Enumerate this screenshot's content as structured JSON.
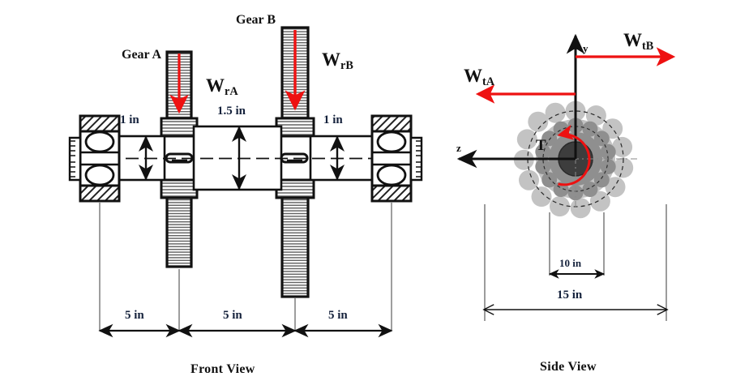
{
  "figure": {
    "title_front": "Front View",
    "title_side": "Side View"
  },
  "front_view": {
    "gear_a_label": "Gear A",
    "gear_b_label": "Gear B",
    "force_a_label": "W",
    "force_a_sub": "rA",
    "force_b_label": "W",
    "force_b_sub": "rB",
    "shaft_dia_left": "1 in",
    "shaft_dia_mid": "1.5 in",
    "shaft_dia_right": "1 in",
    "span_1": "5 in",
    "span_2": "5 in",
    "span_3": "5 in"
  },
  "side_view": {
    "axis_y": "y",
    "axis_z": "z",
    "torque_label": "T",
    "force_ta_label": "W",
    "force_ta_sub": "tA",
    "force_tb_label": "W",
    "force_tb_sub": "tB",
    "dia_inner": "10 in",
    "dia_outer": "15 in"
  },
  "colors": {
    "force_red": "#ee1111",
    "line_black": "#111111",
    "dim_text": "#15223c",
    "gear_outer_gray": "#c3c3c3",
    "gear_inner_gray": "#8f8f8f",
    "hub_gray": "#444444",
    "hatch_gray": "#6d6d6d"
  },
  "icons": {
    "bearing_left": "ball-bearing-icon",
    "bearing_right": "ball-bearing-icon",
    "keyway_a": "keyway-icon",
    "keyway_b": "keyway-icon",
    "arrow_down_a": "red-down-arrow-icon",
    "arrow_down_b": "red-down-arrow-icon",
    "torque_arc": "red-torque-arc-icon"
  }
}
